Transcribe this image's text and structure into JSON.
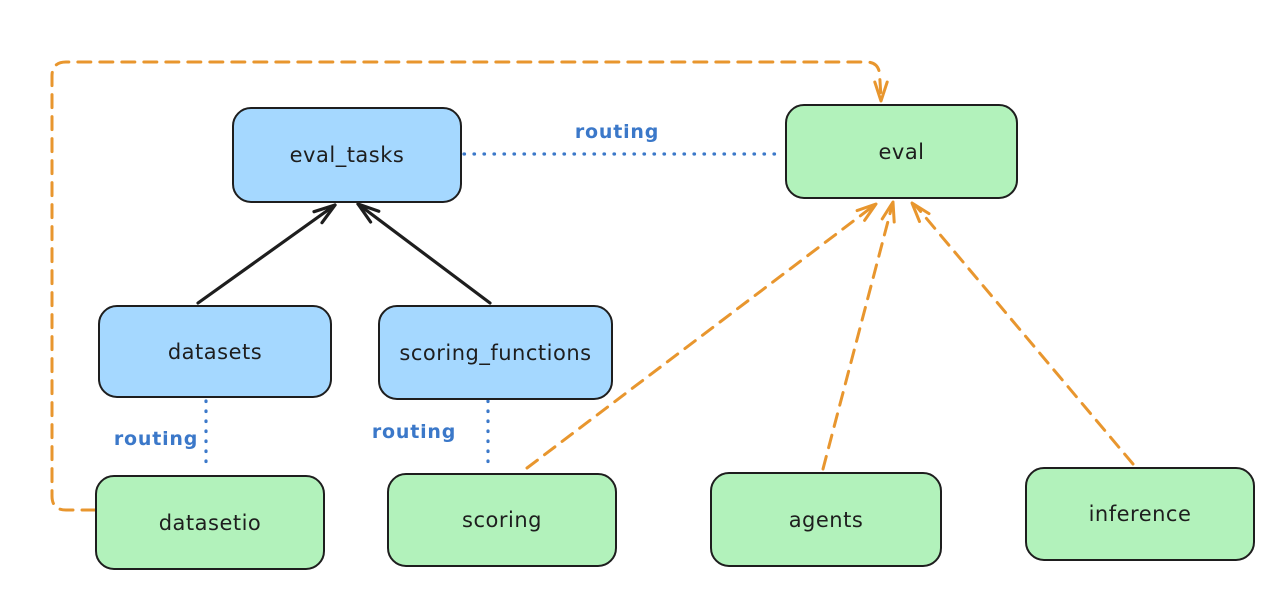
{
  "diagram": {
    "title": "",
    "colors": {
      "background": "#ffffff",
      "node_stroke": "#1e1e1e",
      "blue_fill": "#a5d8ff",
      "green_fill": "#b2f2bb",
      "black_edge": "#1e1e1e",
      "orange_edge": "#e8962e",
      "blue_edge": "#3b78c9",
      "routing_text": "#3b78c9",
      "node_text": "#1e1e1e"
    },
    "nodes": {
      "eval_tasks": {
        "label": "eval_tasks",
        "fill": "blue"
      },
      "eval": {
        "label": "eval",
        "fill": "green"
      },
      "datasets": {
        "label": "datasets",
        "fill": "blue"
      },
      "scoring_functions": {
        "label": "scoring_functions",
        "fill": "blue"
      },
      "datasetio": {
        "label": "datasetio",
        "fill": "green"
      },
      "scoring": {
        "label": "scoring",
        "fill": "green"
      },
      "agents": {
        "label": "agents",
        "fill": "green"
      },
      "inference": {
        "label": "inference",
        "fill": "green"
      }
    },
    "edge_labels": {
      "routing_top": "routing",
      "routing_datasets": "routing",
      "routing_scoring": "routing"
    },
    "edges": [
      {
        "from": "datasets",
        "to": "eval_tasks",
        "style": "solid",
        "color": "black",
        "arrow": "to"
      },
      {
        "from": "scoring_functions",
        "to": "eval_tasks",
        "style": "solid",
        "color": "black",
        "arrow": "to"
      },
      {
        "from": "eval_tasks",
        "to": "eval",
        "style": "dotted",
        "color": "blue",
        "label": "routing",
        "arrow": "none"
      },
      {
        "from": "datasets",
        "to": "datasetio",
        "style": "dotted",
        "color": "blue",
        "label": "routing",
        "arrow": "none"
      },
      {
        "from": "scoring_functions",
        "to": "scoring",
        "style": "dotted",
        "color": "blue",
        "label": "routing",
        "arrow": "none"
      },
      {
        "from": "scoring",
        "to": "eval",
        "style": "dashed",
        "color": "orange",
        "arrow": "to"
      },
      {
        "from": "agents",
        "to": "eval",
        "style": "dashed",
        "color": "orange",
        "arrow": "to"
      },
      {
        "from": "inference",
        "to": "eval",
        "style": "dashed",
        "color": "orange",
        "arrow": "to"
      },
      {
        "from": "datasetio",
        "to": "eval",
        "style": "dashed",
        "color": "orange",
        "arrow": "to",
        "route": "around-left-and-top"
      }
    ]
  }
}
